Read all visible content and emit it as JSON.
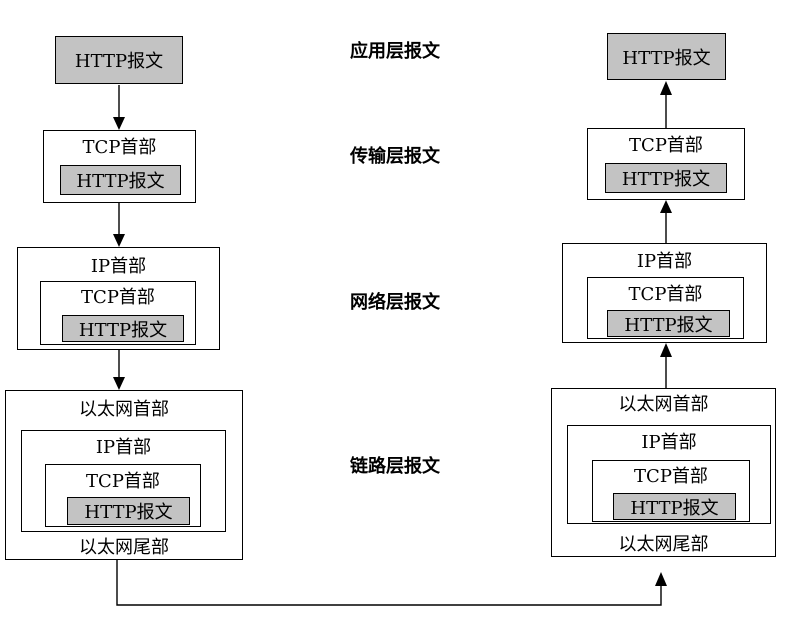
{
  "layer_labels": {
    "application": "应用层报文",
    "transport": "传输层报文",
    "network": "网络层报文",
    "link": "链路层报文"
  },
  "message_parts": {
    "http_message": "HTTP报文",
    "tcp_header": "TCP首部",
    "ip_header": "IP首部",
    "ethernet_header": "以太网首部",
    "ethernet_trailer": "以太网尾部"
  },
  "colors": {
    "payload_fill": "#c3c3c3",
    "line": "#000000",
    "background": "#ffffff"
  }
}
